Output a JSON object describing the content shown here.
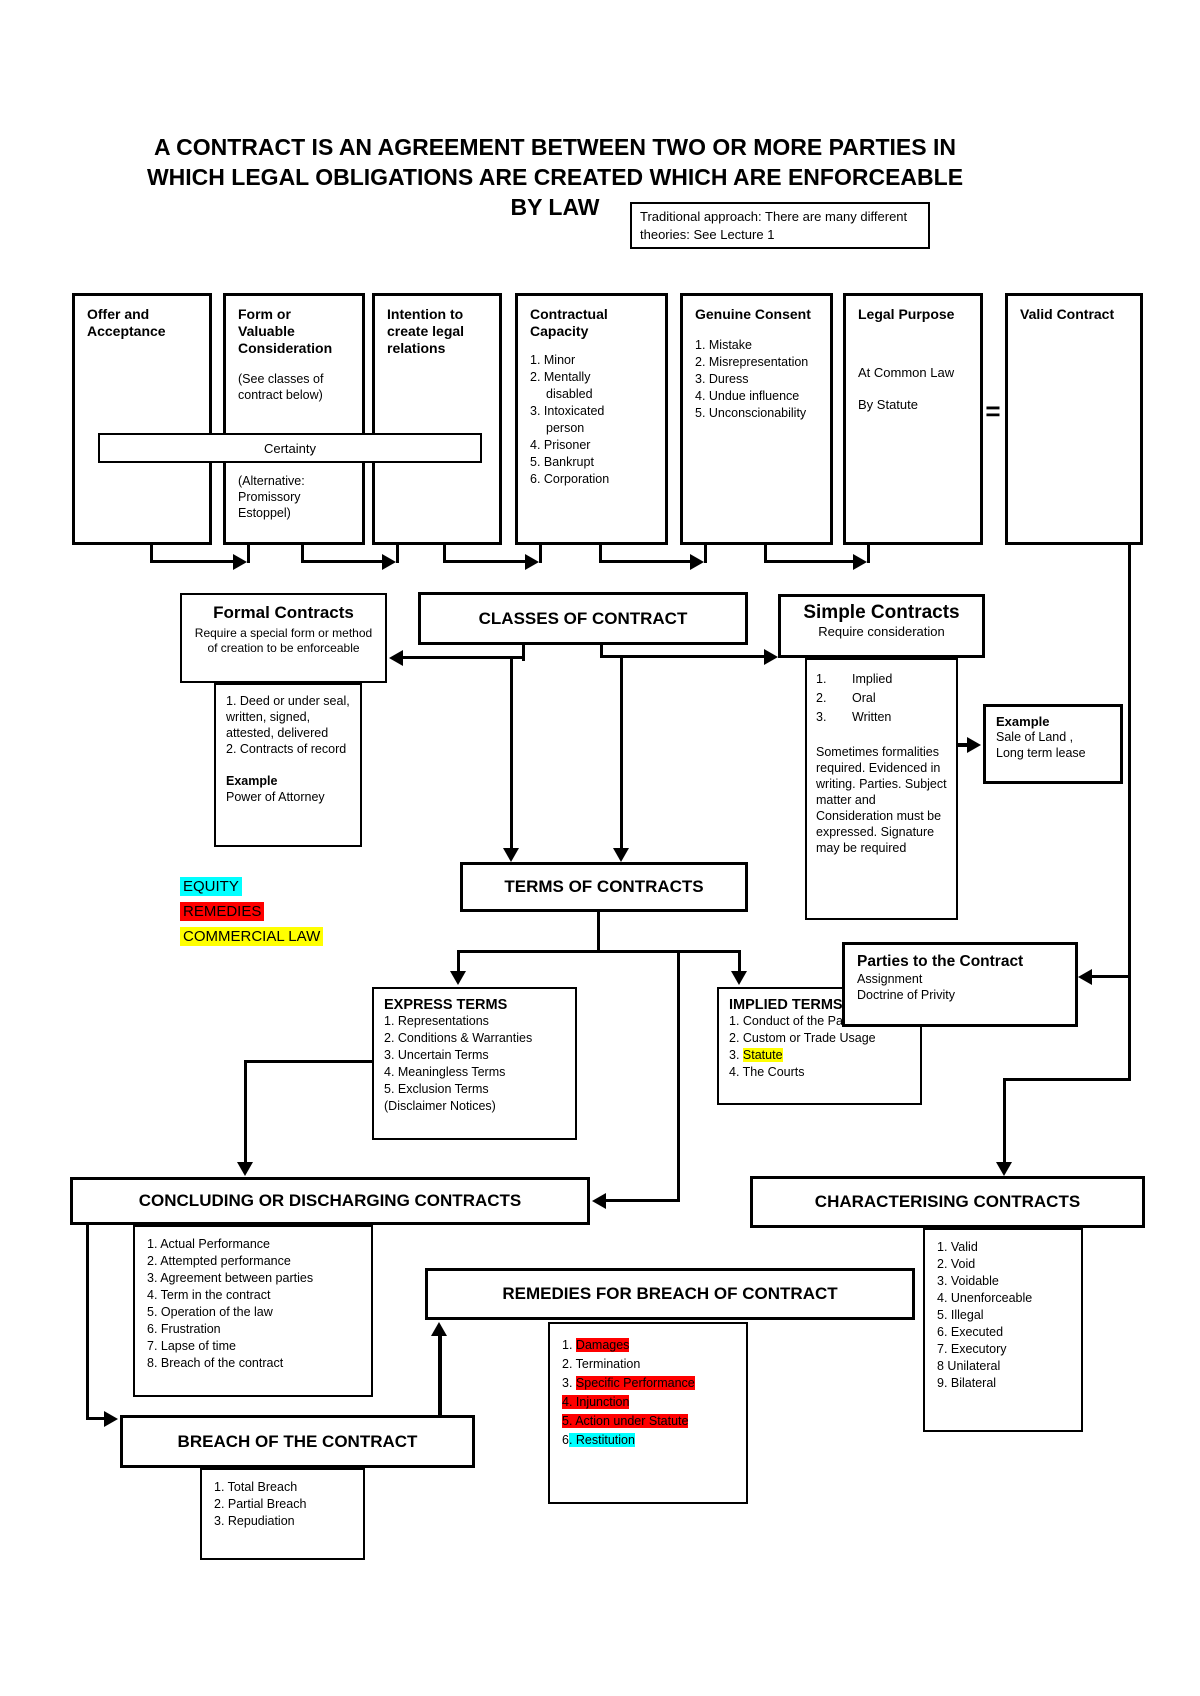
{
  "title": {
    "line1": "A CONTRACT IS AN AGREEMENT BETWEEN TWO OR MORE PARTIES IN",
    "line2": "WHICH LEGAL OBLIGATIONS ARE CREATED WHICH ARE ENFORCEABLE",
    "line3": "BY LAW"
  },
  "note": "Traditional approach: There are many different theories: See Lecture 1",
  "colors": {
    "cyan": "#00ffff",
    "red": "#ff0000",
    "yellow": "#ffff00"
  },
  "top_row": {
    "offer": {
      "title": "Offer and Acceptance"
    },
    "form": {
      "title": "Form or Valuable Consideration",
      "note1": "(See classes of contract below)",
      "note2": "(Alternative: Promissory Estoppel)"
    },
    "certainty": "Certainty",
    "intention": {
      "title": "Intention to create legal relations"
    },
    "capacity": {
      "title": "Contractual Capacity",
      "items": [
        "1. Minor",
        "2. Mentally disabled",
        "3. Intoxicated person",
        "4. Prisoner",
        "5. Bankrupt",
        "6. Corporation"
      ]
    },
    "consent": {
      "title": "Genuine Consent",
      "items": [
        "1. Mistake",
        "2. Misrepresentation",
        "3. Duress",
        "4. Undue influence",
        "5. Unconscionability"
      ]
    },
    "legal": {
      "title": "Legal Purpose",
      "line1": "At Common Law",
      "line2": "By Statute"
    },
    "equals": "=",
    "valid": {
      "title": "Valid Contract"
    }
  },
  "classes": {
    "header": "CLASSES OF CONTRACT",
    "formal": {
      "title": "Formal Contracts",
      "subtitle": "Require a special form or method of creation to be enforceable",
      "item1": "1. Deed or under seal, written, signed, attested, delivered",
      "item2": "2. Contracts of record",
      "example_label": "Example",
      "example": "Power of Attorney"
    },
    "simple": {
      "title": "Simple Contracts",
      "subtitle": "Require consideration",
      "nums": [
        "1.",
        "2.",
        "3."
      ],
      "items": [
        "Implied",
        "Oral",
        "Written"
      ],
      "note": "Sometimes formalities required. Evidenced in writing. Parties. Subject matter and Consideration must be expressed. Signature may be required",
      "example_label": "Example",
      "example_line1": "Sale of Land ,",
      "example_line2": "Long term lease"
    }
  },
  "side_labels": {
    "equity": "EQUITY",
    "remedies": "REMEDIES",
    "commercial": "COMMERCIAL LAW"
  },
  "terms": {
    "header": "TERMS OF CONTRACTS",
    "express": {
      "title": "EXPRESS TERMS",
      "items": [
        "1. Representations",
        "2. Conditions & Warranties",
        "3. Uncertain Terms",
        "4. Meaningless Terms",
        "5. Exclusion Terms",
        "(Disclaimer Notices)"
      ]
    },
    "implied": {
      "title": "IMPLIED TERMS",
      "item1": "1. Conduct of the Parties",
      "item2": "2. Custom or Trade Usage",
      "item3_num": "3.",
      "item3_text": "Statute",
      "item4": "4. The Courts"
    }
  },
  "parties": {
    "title": "Parties to the Contract",
    "line1": "Assignment",
    "line2": "Doctrine of Privity"
  },
  "concluding": {
    "header": "CONCLUDING OR DISCHARGING CONTRACTS",
    "items": [
      "1. Actual Performance",
      "2. Attempted performance",
      "3. Agreement between parties",
      "4. Term in the contract",
      "5. Operation of the law",
      "6. Frustration",
      "7. Lapse of time",
      "8. Breach of the contract"
    ]
  },
  "characterising": {
    "header": "CHARACTERISING CONTRACTS",
    "items": [
      "1. Valid",
      "2. Void",
      "3. Voidable",
      "4. Unenforceable",
      "5. Illegal",
      "6. Executed",
      "7. Executory",
      "8 Unilateral",
      "9. Bilateral"
    ]
  },
  "remedies": {
    "header": "REMEDIES FOR BREACH OF CONTRACT",
    "item1_num": "1.",
    "item1_text": "Damages",
    "item2": "2. Termination",
    "item3_num": "3.",
    "item3_text": "Specific Performance",
    "item4": "4. Injunction",
    "item5": "5. Action under Statute",
    "item6_num": "6",
    "item6_text": ". Restitution"
  },
  "breach": {
    "header": "BREACH OF THE CONTRACT",
    "items": [
      "1. Total Breach",
      "2. Partial Breach",
      "3. Repudiation"
    ]
  }
}
